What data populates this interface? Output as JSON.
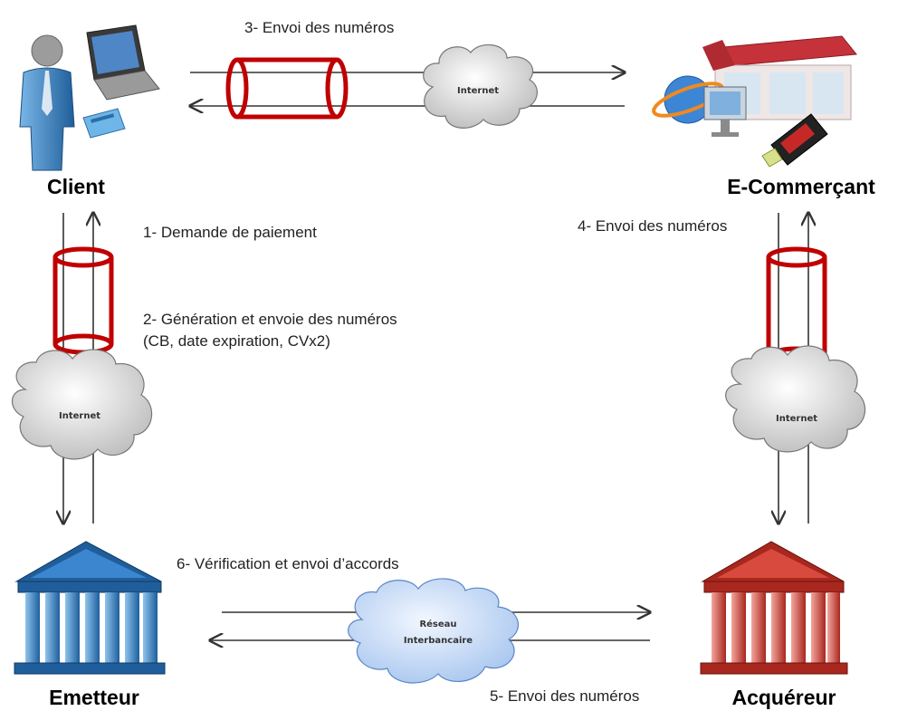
{
  "nodes": {
    "client": "Client",
    "merchant": "E-Commerçant",
    "issuer": "Emetteur",
    "acquirer": "Acquéreur"
  },
  "networks": {
    "top": "Internet",
    "left": "Internet",
    "right": "Internet",
    "bottom_line1": "Réseau",
    "bottom_line2": "Interbancaire"
  },
  "steps": {
    "s1": "1- Demande de paiement",
    "s2_line1": "2- Génération et envoie des numéros",
    "s2_line2": "(CB, date expiration, CVx2)",
    "s3": "3- Envoi des numéros",
    "s4": "4- Envoi des numéros",
    "s5": "5- Envoi des numéros",
    "s6": "6- Vérification et envoi d’accords"
  },
  "colors": {
    "tube": "#c00000",
    "issuer_bank": "#2a7fc0",
    "acquirer_bank": "#d94a3e",
    "cloud_grey": "#d9d9d9",
    "cloud_blue": "#c6dbf5"
  }
}
